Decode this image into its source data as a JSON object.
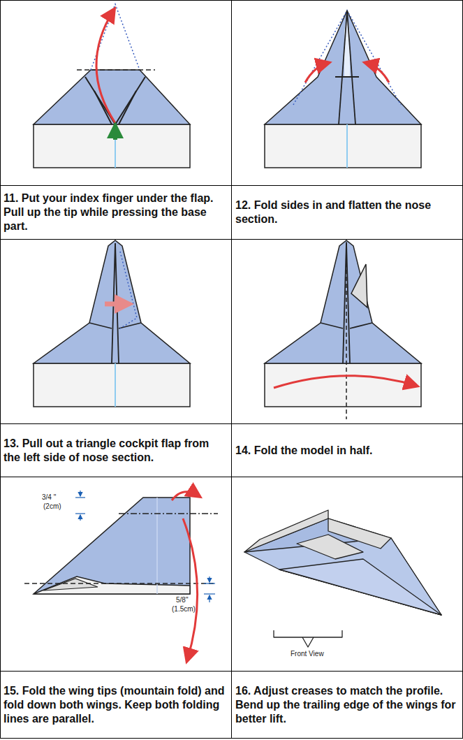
{
  "diagram": {
    "labels": [
      "11. Put your index finger under the flap. Pull up the tip while pressing the base part.",
      "12. Fold sides in and flatten the nose section.",
      "13. Pull out a triangle cockpit flap from the left side of nose section.",
      "14. Fold the model in half.",
      "3/4 \"",
      "(2cm)",
      "5/8\"",
      "(1.5cm)",
      "Front View",
      "15. Fold the wing tips (mountain fold) and fold down both wings. Keep both folding lines are parallel.",
      "16. Adjust creases to match the profile. Bend up the trailing edge of the wings for better lift."
    ]
  }
}
